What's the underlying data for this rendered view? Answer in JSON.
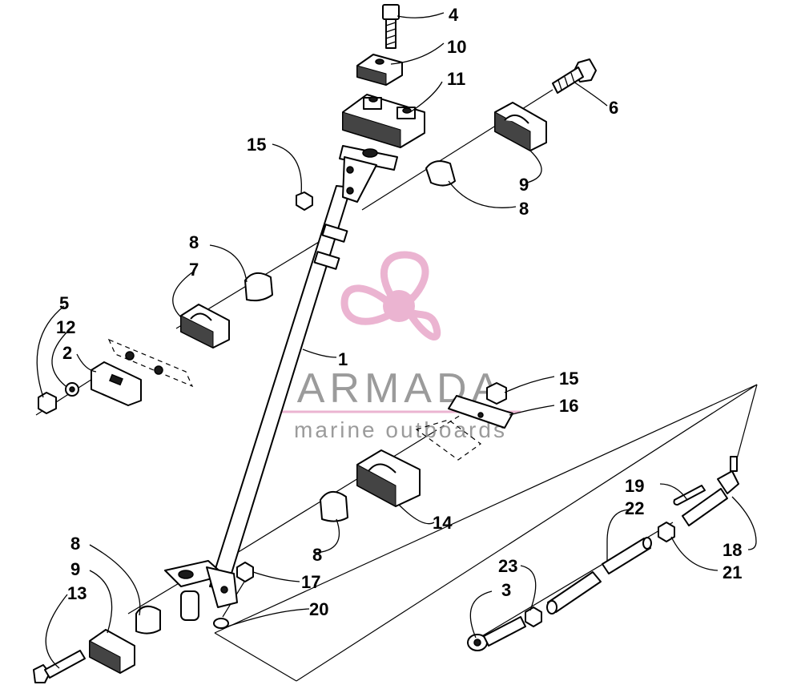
{
  "watermark": {
    "brand": "ARMADA",
    "tagline": "marine outboards",
    "color": "#e8a7c9",
    "text_color": "#8a8a8a"
  },
  "callouts": {
    "c1": "1",
    "c2": "2",
    "c3": "3",
    "c4": "4",
    "c5": "5",
    "c6": "6",
    "c7": "7",
    "c8a": "8",
    "c8b": "8",
    "c8c": "8",
    "c8d": "8",
    "c9a": "9",
    "c9b": "9",
    "c10": "10",
    "c11": "11",
    "c12": "12",
    "c13": "13",
    "c14": "14",
    "c15a": "15",
    "c15b": "15",
    "c16": "16",
    "c17": "17",
    "c18": "18",
    "c19": "19",
    "c20": "20",
    "c21": "21",
    "c22": "22",
    "c23": "23"
  }
}
